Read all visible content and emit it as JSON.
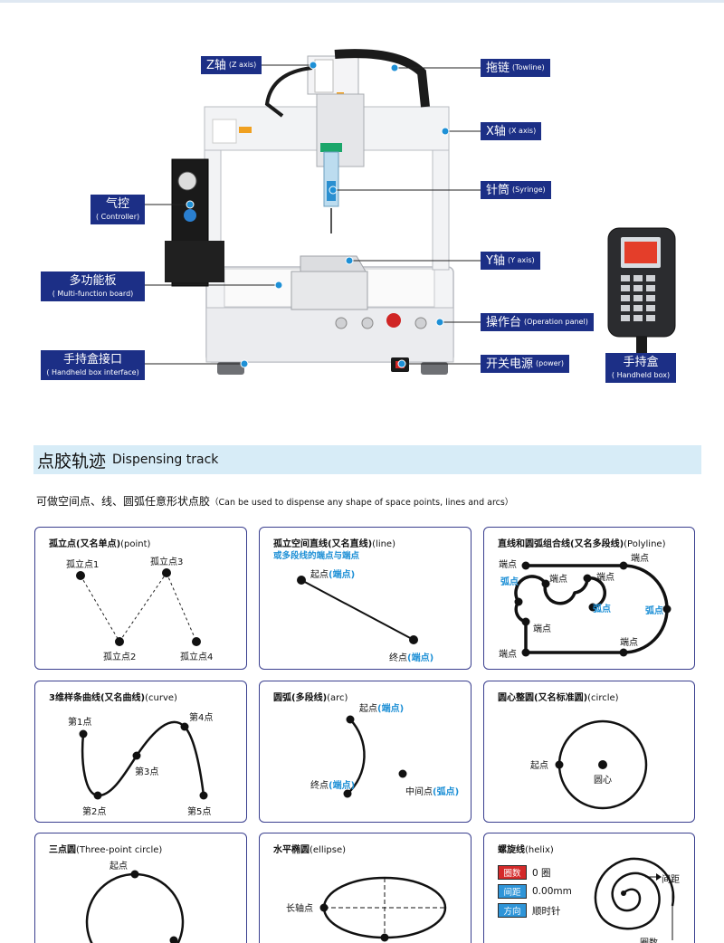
{
  "labels": {
    "z_axis": {
      "cn": "Z轴",
      "en": "(Z axis)"
    },
    "towline": {
      "cn": "拖链",
      "en": "(Towline)"
    },
    "x_axis": {
      "cn": "X轴",
      "en": "(X axis)"
    },
    "controller": {
      "cn": "气控",
      "en": "( Controller)"
    },
    "syringe": {
      "cn": "针筒",
      "en": "(Syringe)"
    },
    "y_axis": {
      "cn": "Y轴",
      "en": "(Y axis)"
    },
    "multi_board": {
      "cn": "多功能板",
      "en": "( Multi-function board)"
    },
    "op_panel": {
      "cn": "操作台",
      "en": "(Operation panel)"
    },
    "handheld_if": {
      "cn": "手持盒接口",
      "en": "( Handheld box interface)"
    },
    "power": {
      "cn": "开关电源",
      "en": "(power)"
    },
    "handheld_box": {
      "cn": "手持盒",
      "en": "( Handheld box)"
    }
  },
  "section": {
    "title_cn": "点胶轨迹",
    "title_en": "Dispensing track",
    "desc_cn": "可做空间点、线、圆弧任意形状点胶",
    "desc_en": "（Can be used to dispense any shape of space points, lines and arcs）"
  },
  "cards": {
    "point": {
      "title_cn": "孤立点(又名单点)",
      "title_en": "(point)",
      "p1": "孤立点1",
      "p2": "孤立点2",
      "p3": "孤立点3",
      "p4": "孤立点4"
    },
    "line": {
      "title_cn": "孤立空间直线(又名直线)",
      "title_en": "(line)",
      "subtitle": "或多段线的端点与端点",
      "start": "起点",
      "start_tag": "(端点)",
      "end": "终点",
      "end_tag": "(端点)"
    },
    "polyline": {
      "title_cn": "直线和圆弧组合线(又名多段线)",
      "title_en": "(Polyline)",
      "endpoint": "端点",
      "arcpoint": "弧点"
    },
    "curve": {
      "title_cn": "3维样条曲线(又名曲线)",
      "title_en": "(curve)",
      "p1": "第1点",
      "p2": "第2点",
      "p3": "第3点",
      "p4": "第4点",
      "p5": "第5点"
    },
    "arc": {
      "title_cn": "圆弧(多段线)",
      "title_en": "(arc)",
      "start": "起点",
      "start_tag": "(端点)",
      "end": "终点",
      "end_tag": "(端点)",
      "mid": "中间点",
      "mid_tag": "(弧点)"
    },
    "circle": {
      "title_cn": "圆心整圆(又名标准圆)",
      "title_en": "(circle)",
      "start": "起点",
      "center": "圆心"
    },
    "three_point": {
      "title_cn": "三点圆",
      "title_en": "(Three-point circle)",
      "start": "起点"
    },
    "ellipse": {
      "title_cn": "水平椭圆",
      "title_en": "(ellipse)",
      "major": "长轴点"
    },
    "helix": {
      "title_cn": "螺旋线",
      "title_en": "(helix)",
      "turns_label": "圈数",
      "turns_value": "0 圈",
      "pitch_label": "间距",
      "pitch_value": "0.00mm",
      "dir_label": "方向",
      "dir_value": "顺时针",
      "pitch_annot": "间距",
      "turns_annot": "圈数"
    }
  },
  "colors": {
    "label_bg": "#1c2f86",
    "accent": "#1e90d6",
    "card_border": "#3a3f8f",
    "section_bg": "#d7ecf7",
    "turns_badge": "#d42a2a",
    "pitch_badge": "#2f95d8",
    "dir_badge": "#2f95d8"
  }
}
